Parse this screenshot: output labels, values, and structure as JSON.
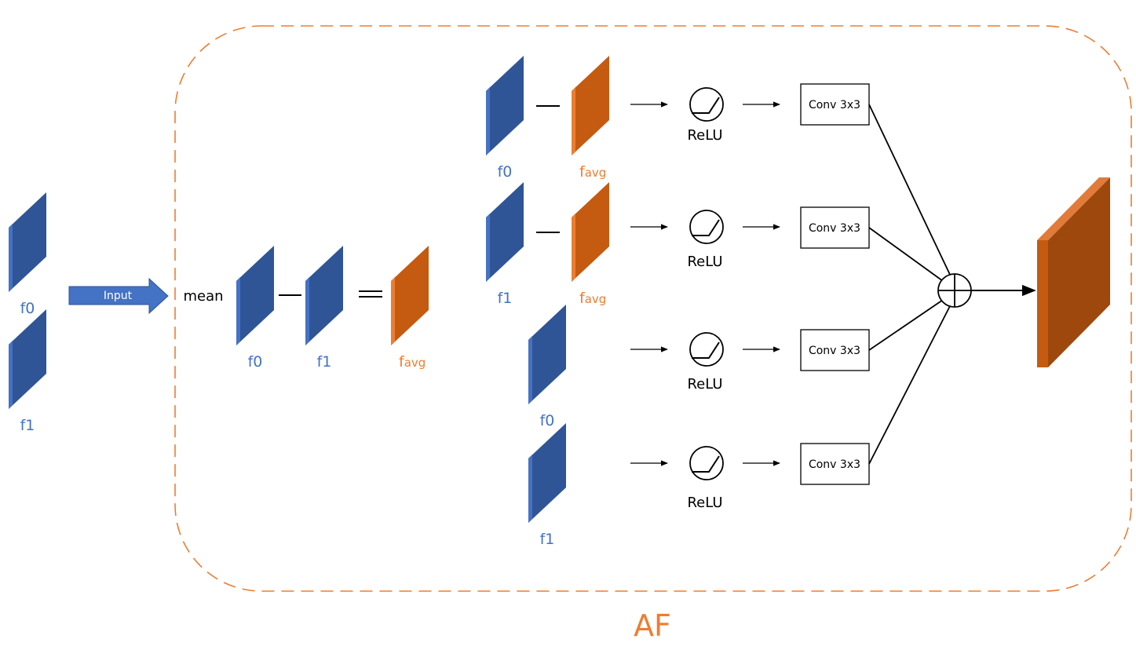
{
  "module": {
    "name": "AF"
  },
  "input": {
    "label": "Input",
    "features": [
      "f0",
      "f1"
    ]
  },
  "mean_block": {
    "operator": "mean",
    "inputs": [
      "f0",
      "f1"
    ],
    "output": "f",
    "output_sub": "avg"
  },
  "branches": [
    {
      "feature": "f0",
      "subtract": "f",
      "subtract_sub": "avg",
      "activation": "ReLU",
      "conv": "Conv 3x3"
    },
    {
      "feature": "f1",
      "subtract": "f",
      "subtract_sub": "avg",
      "activation": "ReLU",
      "conv": "Conv 3x3"
    },
    {
      "feature": "f0",
      "activation": "ReLU",
      "conv": "Conv 3x3"
    },
    {
      "feature": "f1",
      "activation": "ReLU",
      "conv": "Conv 3x3"
    }
  ],
  "colors": {
    "blue": "#4472C4",
    "blue_dark": "#2F5597",
    "orange": "#ED7D31",
    "orange_dark": "#C55A11"
  }
}
